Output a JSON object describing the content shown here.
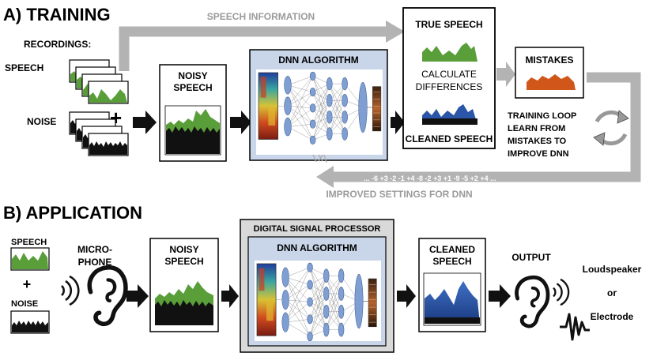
{
  "training": {
    "heading": "A) TRAINING",
    "speech_information": "SPEECH INFORMATION",
    "recordings": "RECORDINGS:",
    "speech": "SPEECH",
    "noise": "NOISE",
    "plus": "+",
    "noisy_speech": [
      "NOISY",
      "SPEECH"
    ],
    "dnn_algorithm": "DNN ALGORITHM",
    "true_speech": "TRUE SPEECH",
    "calculate_differences": [
      "CALCULATE",
      "DIFFERENCES"
    ],
    "cleaned_speech": "CLEANED SPEECH",
    "mistakes": "MISTAKES",
    "training_loop": [
      "TRAINING LOOP",
      "LEARN FROM",
      "MISTAKES TO",
      "IMPROVE DNN"
    ],
    "settings_numbers": "... -6 +3 -2 -1 +4 -8 -2 +3 +1 -9 -5 +2 +4 ...",
    "improved_settings": "IMPROVED SETTINGS FOR DNN"
  },
  "application": {
    "heading": "B) APPLICATION",
    "speech": "SPEECH",
    "plus": "+",
    "noise": "NOISE",
    "microphone": [
      "MICRO-",
      "PHONE"
    ],
    "noisy_speech": [
      "NOISY",
      "SPEECH"
    ],
    "digital_signal_processor": "DIGITAL SIGNAL PROCESSOR",
    "dnn_algorithm": "DNN ALGORITHM",
    "cleaned_speech": [
      "CLEANED",
      "SPEECH"
    ],
    "output": "OUTPUT",
    "loudspeaker": "Loudspeaker",
    "or": "or",
    "electrode": "Electrode"
  },
  "colors": {
    "speech_green": "#5a9e3a",
    "cleaned_blue": "#2a55a8",
    "mistakes_orange": "#d0561a",
    "dnn_panel": "#c9d6ea",
    "dsp_panel": "#d9d9d9",
    "arrow_gray": "#b3b3b3",
    "node_blue": "#7f9fd2"
  }
}
